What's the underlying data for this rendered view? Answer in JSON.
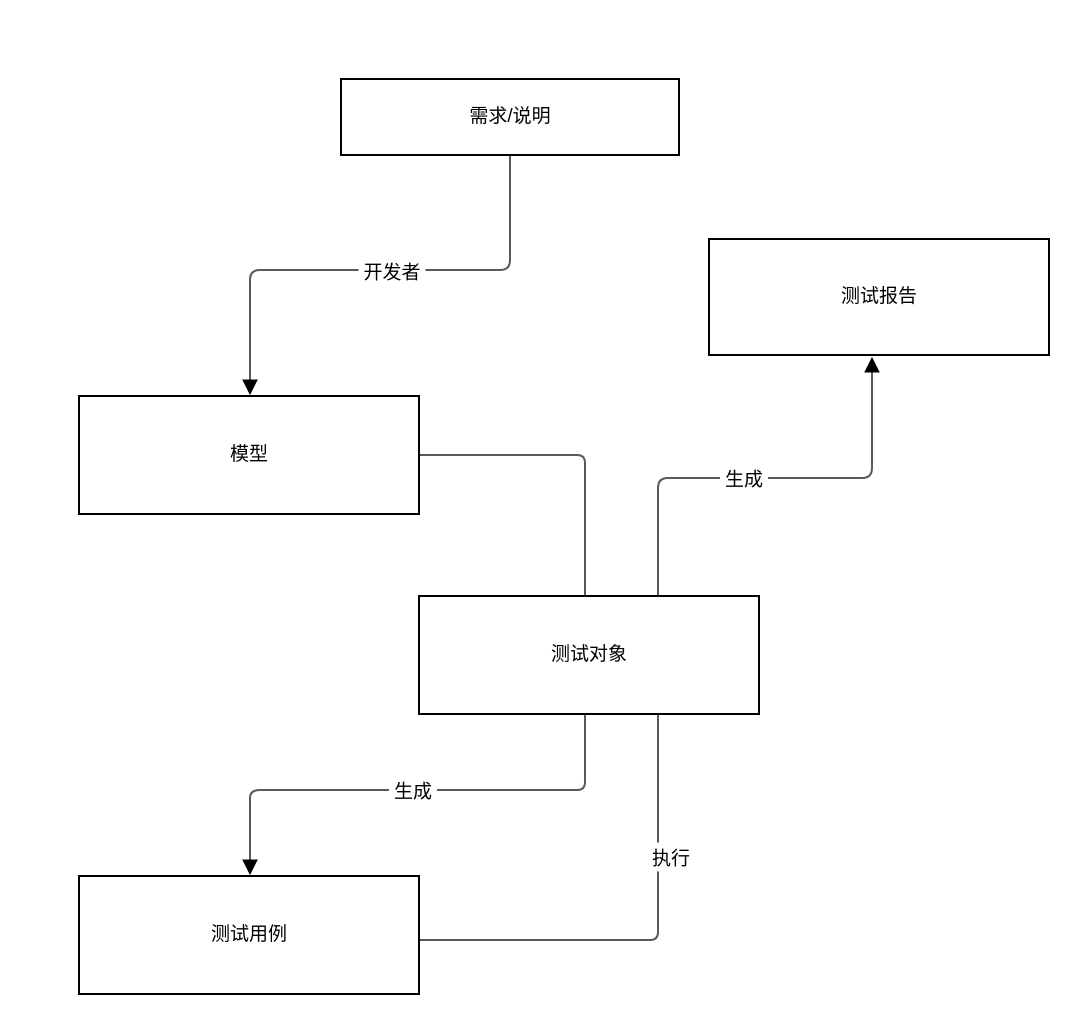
{
  "diagram": {
    "title": "",
    "nodes": {
      "requirements": {
        "label": "需求/说明"
      },
      "test_report": {
        "label": "测试报告"
      },
      "model": {
        "label": "模型"
      },
      "test_object": {
        "label": "测试对象"
      },
      "test_case": {
        "label": "测试用例"
      }
    },
    "edges": {
      "developer": {
        "label": "开发者",
        "from": "requirements",
        "to": "model"
      },
      "model_to_object": {
        "label": "",
        "from": "model",
        "to": "test_object"
      },
      "generate_report": {
        "label": "生成",
        "from": "test_object",
        "to": "test_report"
      },
      "generate_case": {
        "label": "生成",
        "from": "test_object",
        "to": "test_case"
      },
      "execute": {
        "label": "执行",
        "from": "test_case",
        "to": "test_object"
      }
    },
    "colors": {
      "background": "#ffffff",
      "box_fill": "#ffffff",
      "box_border": "#000000",
      "line": "#595959",
      "arrow": "#000000",
      "text": "#000000"
    }
  }
}
